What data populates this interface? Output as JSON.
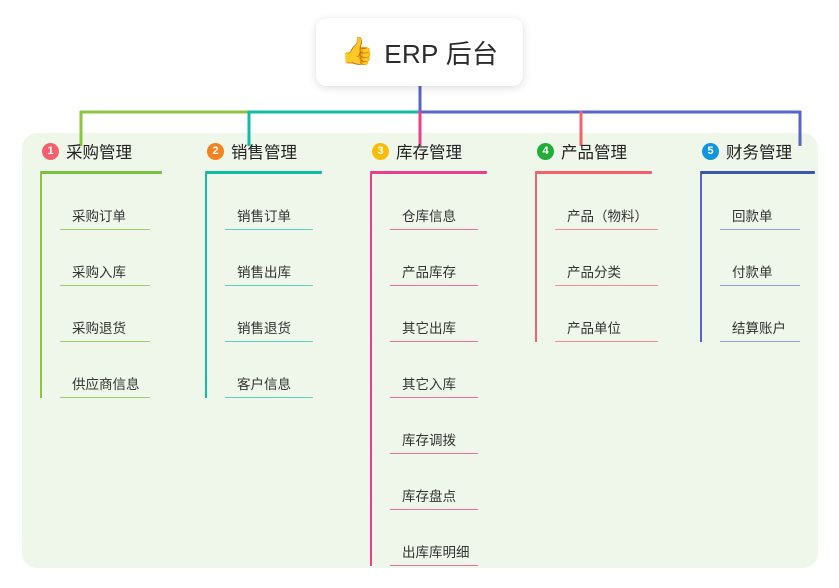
{
  "root": {
    "icon": "thumbs-up-emoji",
    "emoji": "👍",
    "title": "ERP 后台"
  },
  "palette": {
    "panel_bg": "#eef7e9",
    "page_bg": "#ffffff",
    "root_text": "#2b2b2b",
    "trunk": "#5865c8",
    "branch_green": "#7ac143",
    "branch_teal": "#11bba4",
    "branch_pink": "#e8408a",
    "branch_red": "#f4606c",
    "branch_blue": "#5865c8"
  },
  "columns": [
    {
      "index": "1",
      "badge_color": "#f4606c",
      "title": "采购管理",
      "rule_color": "#7ac143",
      "line_color": "#8cc63f",
      "leaf_rule_color": "#9ccd6b",
      "width": 165,
      "rule_width": 122,
      "leaf_rule_width": 90,
      "items": [
        "采购订单",
        "采购入库",
        "采购退货",
        "供应商信息"
      ]
    },
    {
      "index": "2",
      "badge_color": "#f58220",
      "title": "销售管理",
      "rule_color": "#11bba4",
      "line_color": "#11bba4",
      "leaf_rule_color": "#5ecfc0",
      "width": 165,
      "rule_width": 117,
      "leaf_rule_width": 88,
      "items": [
        "销售订单",
        "销售出库",
        "销售退货",
        "客户信息"
      ]
    },
    {
      "index": "3",
      "badge_color": "#fbbc05",
      "title": "库存管理",
      "rule_color": "#e8408a",
      "line_color": "#e8408a",
      "leaf_rule_color": "#ed6fa6",
      "width": 165,
      "rule_width": 117,
      "leaf_rule_width": 88,
      "items": [
        "仓库信息",
        "产品库存",
        "其它出库",
        "其它入库",
        "库存调拨",
        "库存盘点",
        "出库库明细"
      ]
    },
    {
      "index": "4",
      "badge_color": "#22ac38",
      "title": "产品管理",
      "rule_color": "#f4606c",
      "line_color": "#f4606c",
      "leaf_rule_color": "#f78e95",
      "width": 165,
      "rule_width": 117,
      "leaf_rule_width": 103,
      "items": [
        "产品（物料）",
        "产品分类",
        "产品单位"
      ]
    },
    {
      "index": "5",
      "badge_color": "#1296db",
      "title": "财务管理",
      "rule_color": "#3c55b0",
      "line_color": "#5865c8",
      "leaf_rule_color": "#93a2dd",
      "width": 136,
      "rule_width": 115,
      "leaf_rule_width": 80,
      "items": [
        "回款单",
        "付款单",
        "结算账户"
      ]
    }
  ]
}
